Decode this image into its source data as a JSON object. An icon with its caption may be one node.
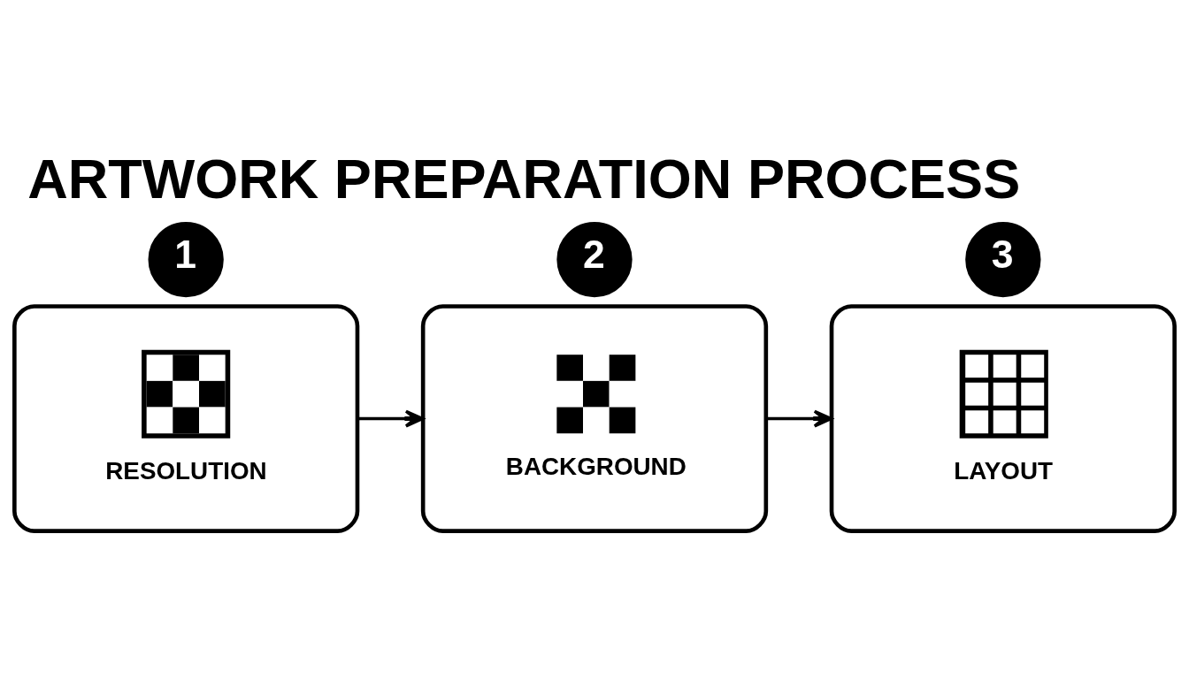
{
  "diagram": {
    "title": "ARTWORK PREPARATION PROCESS",
    "nodes": [
      {
        "text": [
          "1"
        ]
      },
      {
        "text": [
          "RESOLUTION"
        ]
      },
      {
        "text": [
          "2"
        ]
      },
      {
        "text": [
          "BACKGROUND"
        ]
      },
      {
        "text": [
          "3"
        ]
      },
      {
        "text": [
          "LAYOUT"
        ]
      }
    ],
    "edges": [
      {
        "from": 1,
        "to": 3,
        "arrow": "to"
      },
      {
        "from": 3,
        "to": 5,
        "arrow": "to"
      }
    ]
  }
}
